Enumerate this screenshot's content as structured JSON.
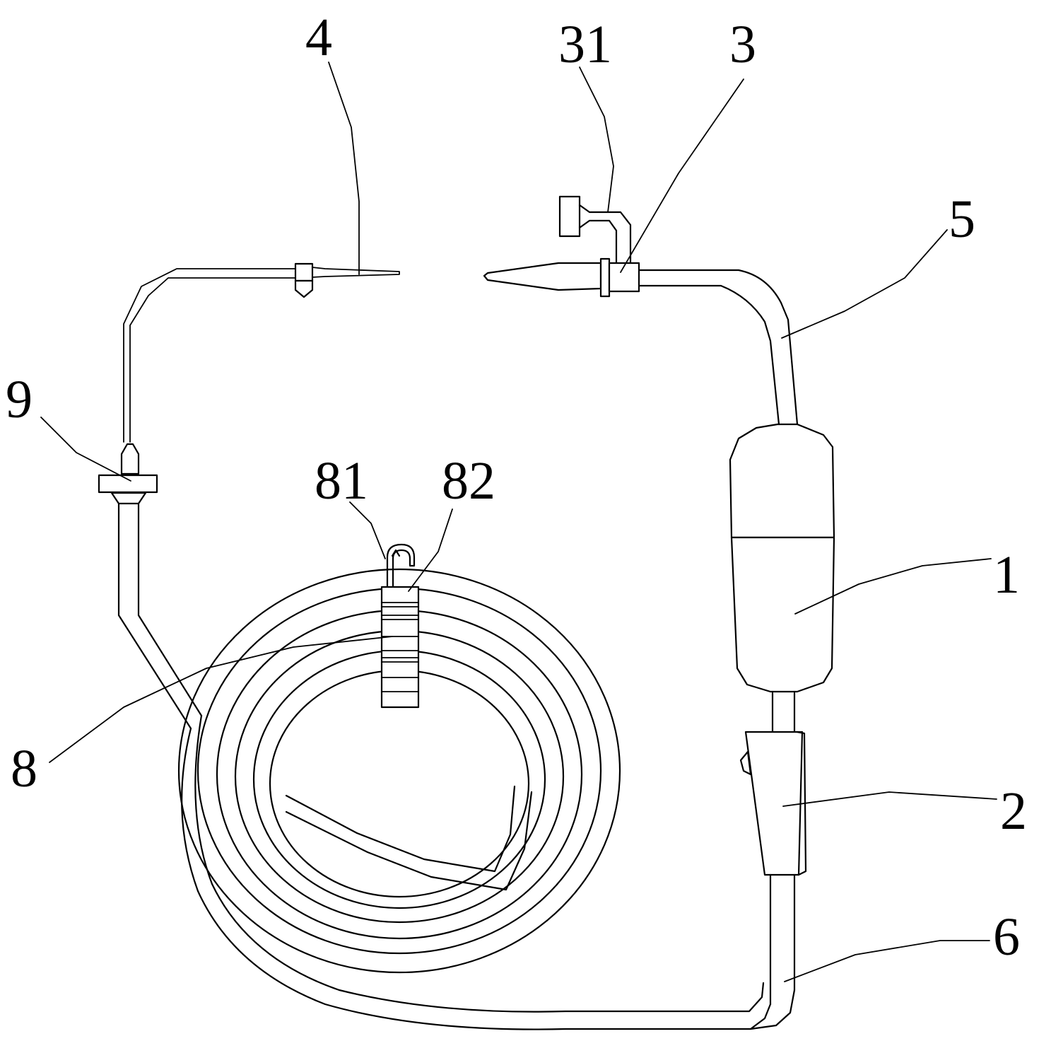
{
  "labels": {
    "l1": "1",
    "l2": "2",
    "l3": "3",
    "l4": "4",
    "l5": "5",
    "l6": "6",
    "l8": "8",
    "l9": "9",
    "l31": "31",
    "l81": "81",
    "l82": "82"
  },
  "colors": {
    "stroke": "#000000",
    "background": "#ffffff"
  }
}
